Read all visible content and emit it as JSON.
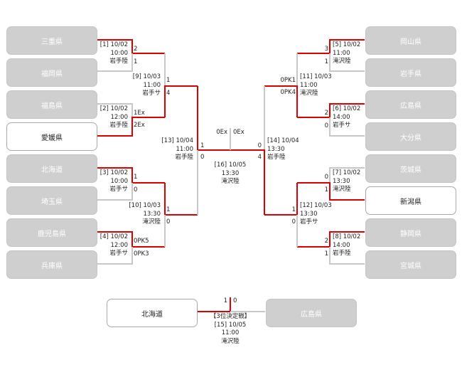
{
  "colors": {
    "accent": "#dd0000",
    "line": "#c8c8c8",
    "team_bg": "#cfcfcf"
  },
  "teams_left": [
    "三重県",
    "福岡県",
    "福島県",
    "愛媛県",
    "北海道",
    "埼玉県",
    "鹿児島県",
    "兵庫県"
  ],
  "teams_right": [
    "岡山県",
    "岩手県",
    "広島県",
    "大分県",
    "茨城県",
    "新潟県",
    "静岡県",
    "宮城県"
  ],
  "third_place": {
    "left_team": "北海道",
    "right_team": "広島県",
    "score_left": "1",
    "score_right": "0",
    "title": "【3位決定戦】",
    "id": "[15] 10/05",
    "time": "11:00",
    "venue": "滝沢陸"
  },
  "matches": {
    "m1": {
      "id": "[1] 10/02",
      "time": "10:00",
      "venue": "岩手陸",
      "s1": "2",
      "s2": "1"
    },
    "m2": {
      "id": "[2] 10/02",
      "time": "12:00",
      "venue": "岩手陸",
      "s1": "1Ex",
      "s2": "2Ex"
    },
    "m3": {
      "id": "[3] 10/02",
      "time": "10:00",
      "venue": "岩手サ",
      "s1": "1",
      "s2": "0"
    },
    "m4": {
      "id": "[4] 10/02",
      "time": "12:00",
      "venue": "岩手サ",
      "s1": "0PK5",
      "s2": "0PK3"
    },
    "m5": {
      "id": "[5] 10/02",
      "time": "11:00",
      "venue": "滝沢陸",
      "s1": "3",
      "s2": "1"
    },
    "m6": {
      "id": "[6] 10/02",
      "time": "14:00",
      "venue": "岩手サ",
      "s1": "2",
      "s2": "0"
    },
    "m7": {
      "id": "[7] 10/02",
      "time": "13:30",
      "venue": "滝沢陸",
      "s1": "0",
      "s2": "1"
    },
    "m8": {
      "id": "[8] 10/02",
      "time": "14:00",
      "venue": "岩手陸",
      "s1": "2",
      "s2": "1"
    },
    "m9": {
      "id": "[9] 10/03",
      "time": "11:00",
      "venue": "岩手サ",
      "s1": "1",
      "s2": "4"
    },
    "m10": {
      "id": "[10] 10/03",
      "time": "13:30",
      "venue": "滝沢陸",
      "s1": "1",
      "s2": "0"
    },
    "m11": {
      "id": "[11] 10/03",
      "time": "11:00",
      "venue": "滝沢陸",
      "s1": "0PK1",
      "s2": "0PK4"
    },
    "m12": {
      "id": "[12] 10/03",
      "time": "13:30",
      "venue": "岩手サ",
      "s1": "1",
      "s2": "0"
    },
    "m13": {
      "id": "[13] 10/04",
      "time": "11:00",
      "venue": "岩手陸",
      "s1": "1",
      "s2": "0"
    },
    "m14": {
      "id": "[14] 10/04",
      "time": "13:30",
      "venue": "岩手陸",
      "s1": "0",
      "s2": "4"
    },
    "m16": {
      "id": "[16] 10/05",
      "time": "13:30",
      "venue": "滝沢陸",
      "s1": "0Ex",
      "s2": "0Ex"
    }
  }
}
